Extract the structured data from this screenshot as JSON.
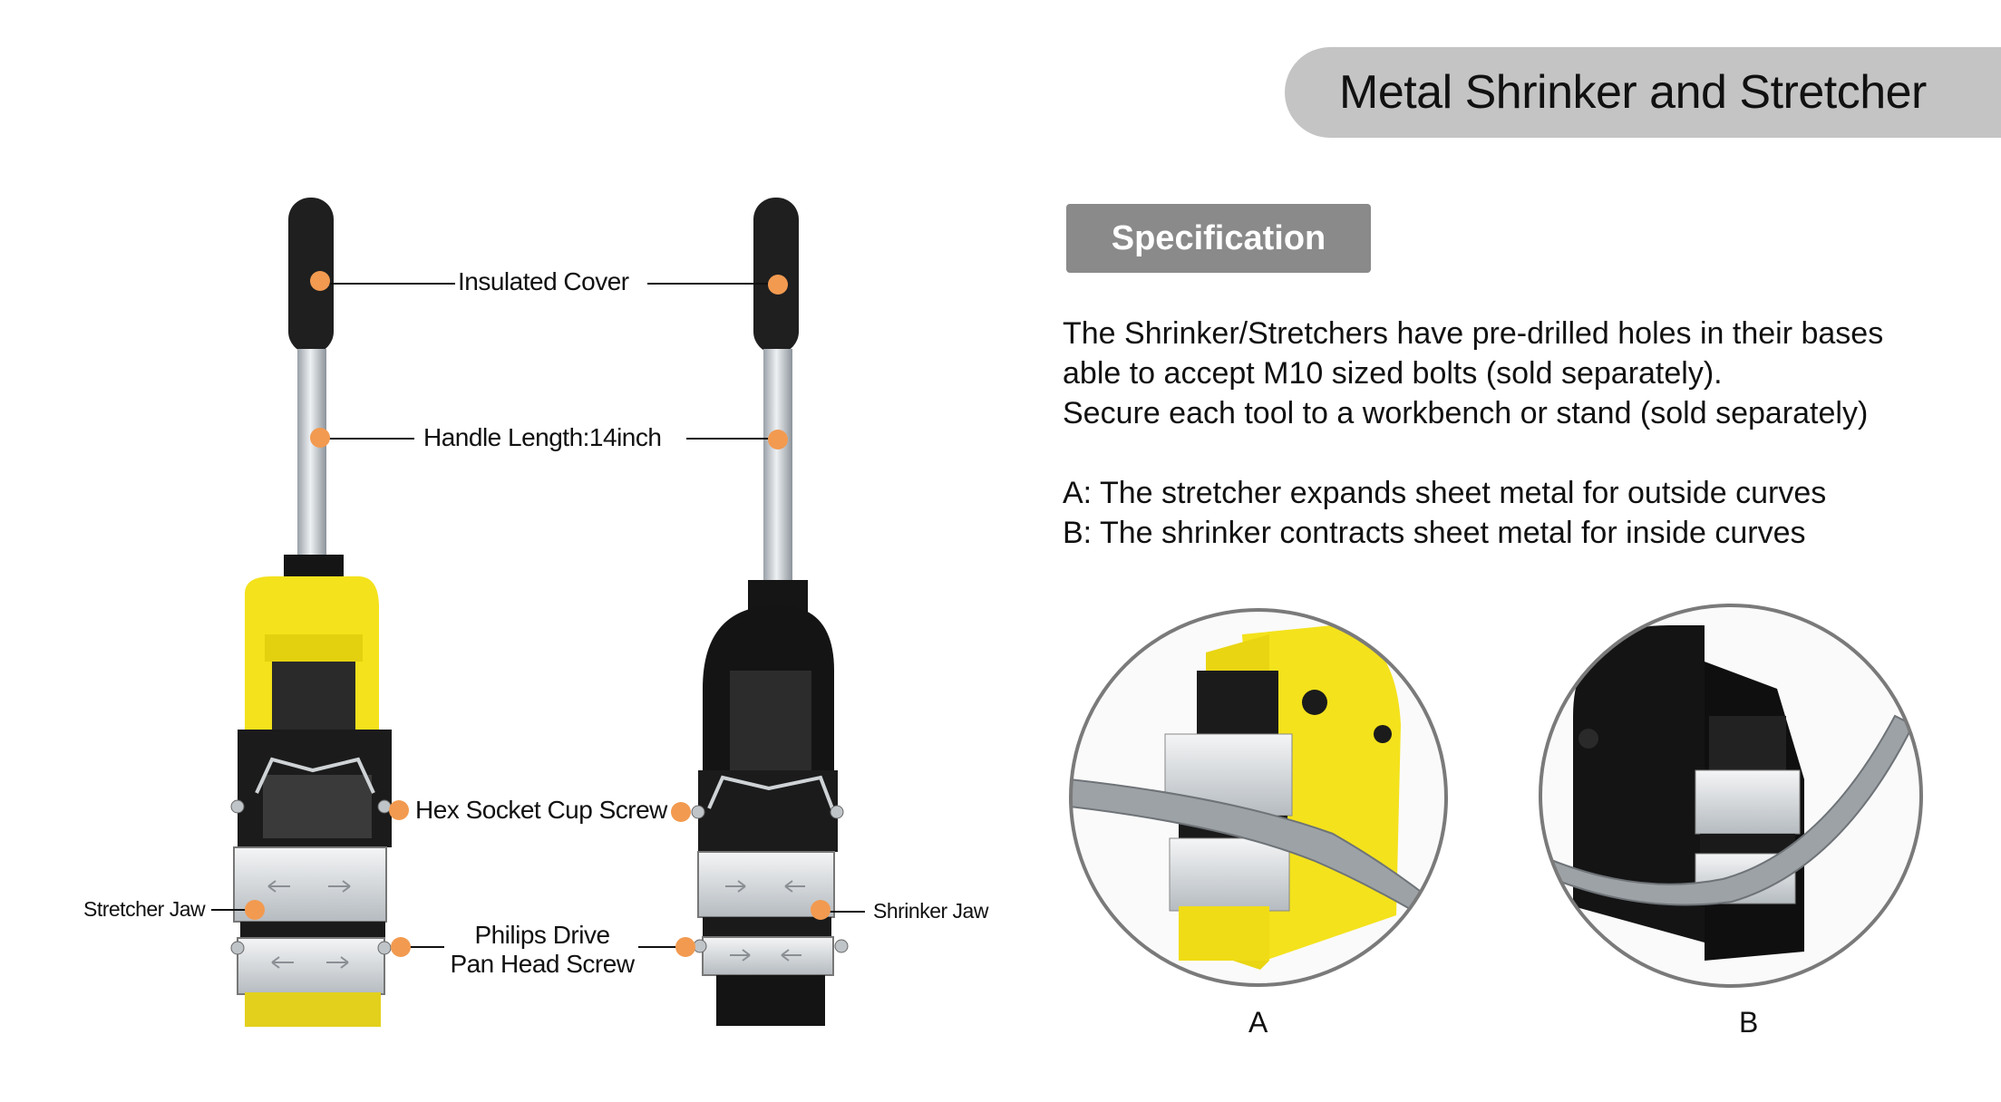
{
  "title": "Metal Shrinker and Stretcher",
  "spec_label": "Specification",
  "description": [
    "The Shrinker/Stretchers have pre-drilled holes in their bases",
    "able to accept M10 sized bolts (sold separately).",
    "Secure each tool to a workbench or stand (sold separately)"
  ],
  "notes": [
    "A: The stretcher expands sheet metal for outside curves",
    "B: The shrinker contracts sheet metal for inside curves"
  ],
  "labels": {
    "insulated_cover": "Insulated Cover",
    "handle_length": "Handle Length:14inch",
    "hex_socket": "Hex Socket Cup Screw",
    "stretcher_jaw": "Stretcher Jaw",
    "shrinker_jaw": "Shrinker Jaw",
    "philips_line1": "Philips Drive",
    "philips_line2": "Pan Head Screw"
  },
  "captions": {
    "a": "A",
    "b": "B"
  },
  "colors": {
    "accent_dot": "#f29a50",
    "stretcher_body": "#f4e21c",
    "shrinker_body": "#141414",
    "pill": "#c4c4c4",
    "badge": "#8a8a8a"
  }
}
